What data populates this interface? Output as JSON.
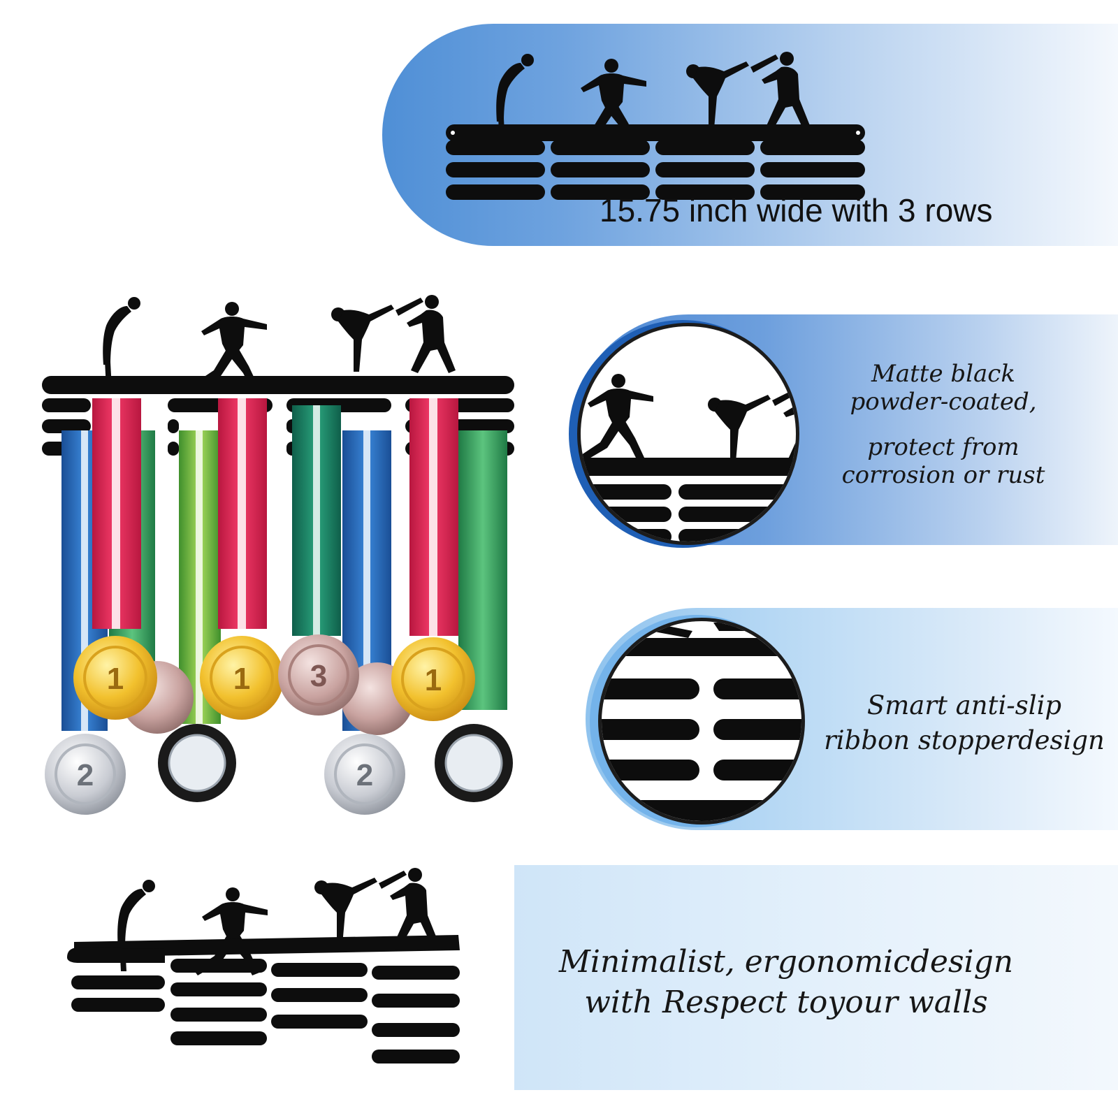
{
  "panels": {
    "size_caption": "15.75 inch wide with 3 rows",
    "coating_line1": "Matte black",
    "coating_line2": "powder-coated,",
    "coating_line3": "protect from",
    "coating_line4": "corrosion or rust",
    "stopper_line1": "Smart anti-slip",
    "stopper_line2": "ribbon stopperdesign",
    "design_line1": "Minimalist, ergonomicdesign",
    "design_line2": "with Respect toyour walls"
  },
  "medals": [
    {
      "label": "1",
      "kind": "gold"
    },
    {
      "label": "1",
      "kind": "gold"
    },
    {
      "label": "3",
      "kind": "bronze"
    },
    {
      "label": "1",
      "kind": "gold"
    },
    {
      "label": "2",
      "kind": "silver"
    },
    {
      "label": "2",
      "kind": "silver"
    }
  ],
  "colors": {
    "rack": "#0d0d0d",
    "panel_blue": "#4f8fd6",
    "panel_light_blue": "#8fc3ee",
    "gold": "#f2c12e",
    "silver": "#c9ccd3",
    "bronze": "#c9a3a0",
    "ribbon_red": "#e52f59",
    "ribbon_green": "#2fa35c",
    "ribbon_blue": "#2c6fc1"
  }
}
